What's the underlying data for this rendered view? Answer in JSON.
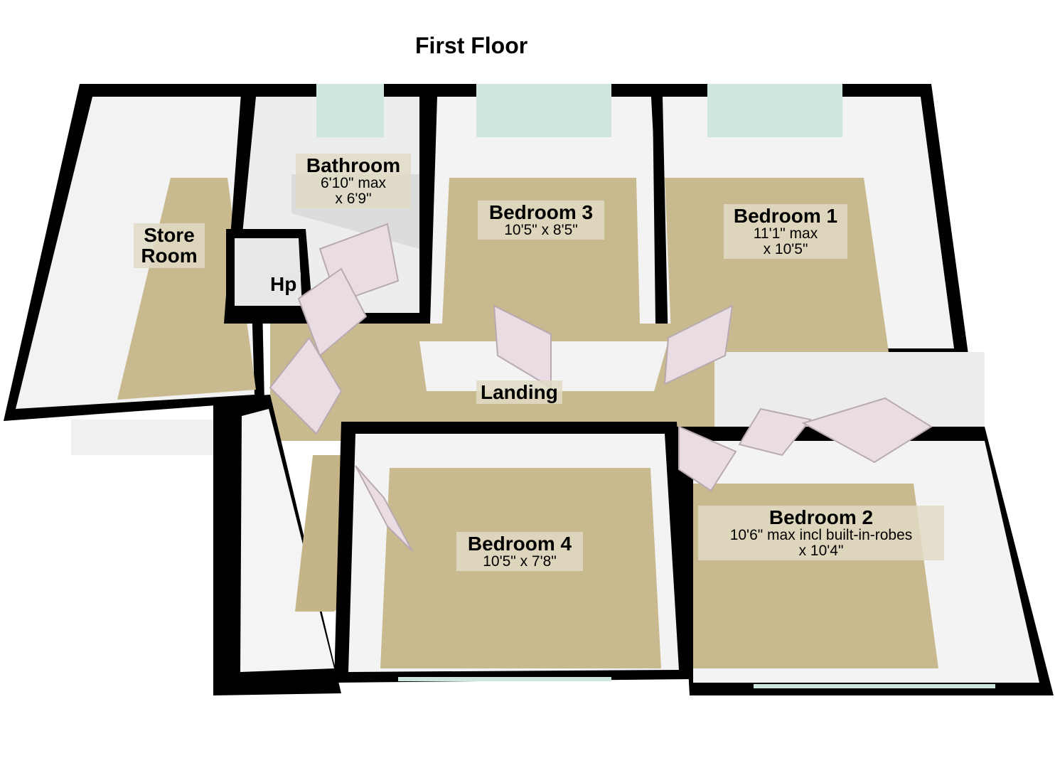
{
  "title": "First Floor",
  "rooms": {
    "bathroom": {
      "name": "Bathroom",
      "dim1": "6'10\" max",
      "dim2": "x 6'9\""
    },
    "store": {
      "name1": "Store",
      "name2": "Room"
    },
    "hp": {
      "name": "Hp"
    },
    "bedroom3": {
      "name": "Bedroom 3",
      "dim1": "10'5\" x 8'5\""
    },
    "bedroom1": {
      "name": "Bedroom 1",
      "dim1": "11'1\" max",
      "dim2": "x 10'5\""
    },
    "landing": {
      "name": "Landing"
    },
    "bedroom4": {
      "name": "Bedroom 4",
      "dim1": "10'5\" x 7'8\""
    },
    "bedroom2": {
      "name": "Bedroom 2",
      "dim1": "10'6\" max incl built-in-robes",
      "dim2": "x 10'4\""
    }
  },
  "colors": {
    "floor": "#c8b98f",
    "wall": "#000000",
    "wall_face": "#f4f4f4",
    "window": "#cfe6df",
    "door": "#e9dde3"
  }
}
